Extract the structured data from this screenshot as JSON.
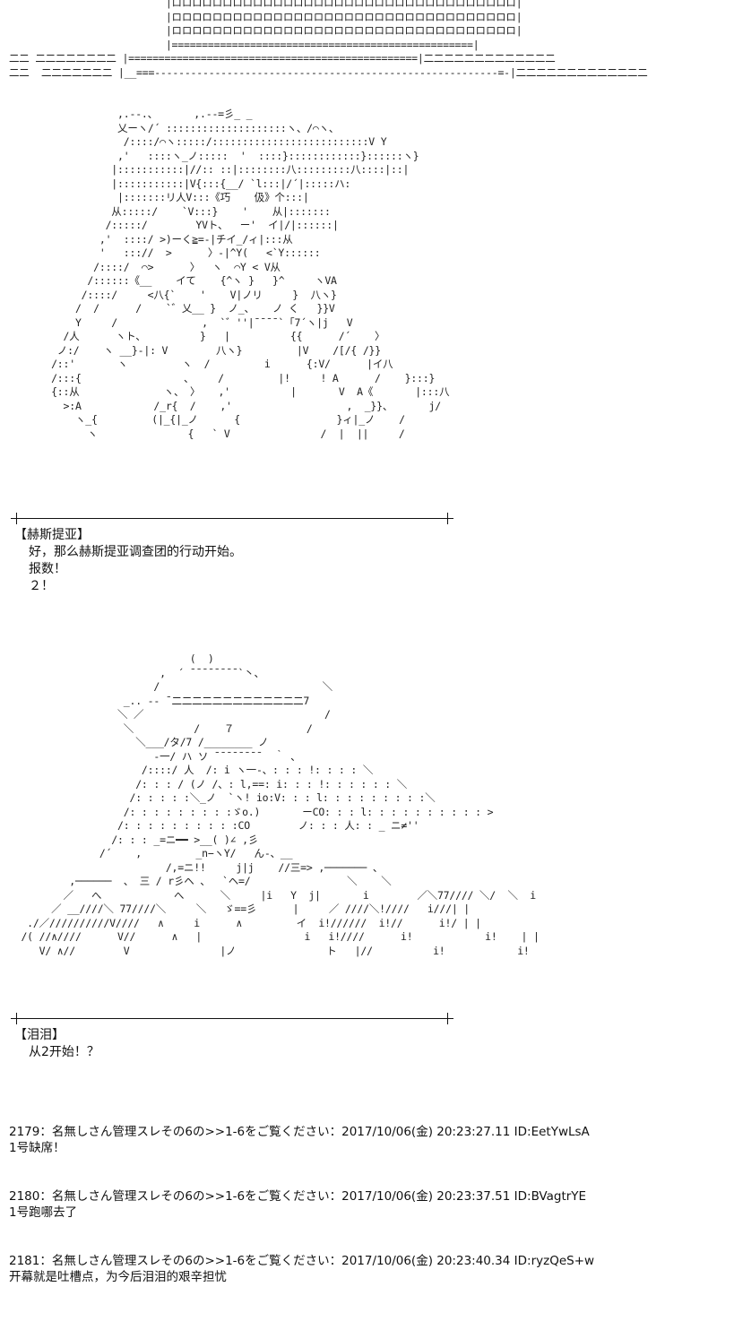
{
  "top_art": {
    "lines": [
      "                          |ロロロロロロロロロロロロロロロロロロロロロロロロロロロロロロロロロロ|",
      "                          |ロロロロロロロロロロロロロロロロロロロロロロロロロロロロロロロロロロ|",
      "                          |ロロロロロロロロロロロロロロロロロロロロロロロロロロロロロロロロロロ|",
      "                          |==================================================|",
      "二二 二二二二二二二二 |================================================|二二二二二二二二二二二二二",
      "二二  二二二二二二二 |__===---------------------------------------------------------=-|二二二二二二二二二二二二二"
    ]
  },
  "art_1": {
    "lines": [
      "                  ,.--.、      ,.--=彡_ _",
      "                  乂ーヽ/´ ::::::::::::::::::::ヽ、/⌒ヽ、",
      "                   /::::/⌒ヽ:::::/::::::::::::::::::::::::::V Y",
      "                  ,'   ::::ヽ_ノ:::::  '  ::::}::::::::::::}::::::ヽ}",
      "                 |:::::::::::|//:: ::|::::::::八:::::::::八::::|::|",
      "                 |:::::::::::|V{:::{__/ `l:::|/´|:::::ハ:",
      "                  |:::::::リ人V:::《巧    伋》个:::|",
      "                 从:::::/    `V:::}    '    从|:::::::",
      "                /:::::/        YVト、  ー'  イ|/|::::::|",
      "               ,'  ::::/ >)ーく≧=-|チイ_/ィ|:::从",
      "               '   ::://  >      〉-|^Y(   <`Y::::::",
      "              /::::/  ⌒>      〉  ヽ  ⌒Y < V从",
      "             /::::::《__    イて    {^ヽ }   }^     ヽVA",
      "            /::::/     <八{`    '    V|ノリ     }  八ヽ}",
      "           /  /      /    `゛乂__ }  ノ_、   ノ く   }}V",
      "           Y     /              ,  `゛''|¯¯¯¯`「7´ヽ|j   V",
      "         /人      ヽト、         }   |          {{      /´    〉",
      "        ノ:/    ヽ __}-|: V        八ヽ}         |V    /[/{ /}}",
      "       /::'       ヽ         ヽ  /         i      {:V/      |イ八",
      "       /:::{                 、    /         |!     ! A      /    }:::}",
      "       {::从              ヽ、 〉   ,'          |       V  A《       |:::八",
      "         >:A            /_r{  /    ,'                   ,  _}}、      j/",
      "           ヽ_{         (|_{|_ノ      {                }ィ|_ノ    /",
      "             ヽ               {   ` V               /  |  ||     /"
    ]
  },
  "dialog_1": {
    "speaker": "【赫斯提亚】",
    "lines": [
      "好，那么赫斯提亚调查团的行动开始。",
      "报数！",
      "２！"
    ]
  },
  "art_2": {
    "lines": [
      "                              (  )",
      "                         ,  ´ ̄ ̄ ̄ ̄ ̄ ̄ ̄ ̄ `丶、",
      "                        /                           ＼",
      "                   _.. -‐ ¯二二二二二二二二二二二二二7",
      "                  ＼ ／                              /",
      "                   ＼          /    ７            /",
      "                     ＼___/タ/7 /________ ノ",
      "                        ‐一/ ハ ソ ¯¯¯¯¯¯¯¯  ｀ 、",
      "                      /::::/ 人  /: i ヽ一-、: : : !: : : : ＼",
      "                     /: : : / (ノ /、: l,==: i: : : !: : : : : : ＼",
      "                    /: : : : :＼_ノ  `ヽ! io:V: : : l: : : : : : : : :＼",
      "                   /: : : : : : : : :ゞo.)       ーCO: : : l: : : : : : : : : : >",
      "                  /: : : : : : : : : :CO        ノ: : : 人: : _ ニ≠''",
      "                 /: : : _=ニ━━ >__( )∠ ,彡",
      "               /´    ,         _n−ヽY/   ん-、__",
      "                          /,=ニ!!     j|j    //三=> ,─────── 、",
      "          ,──────  、 三 / r彡ヘ 、  `ヘ=/                ＼    ＼",
      "         ／   へ            へ      ＼     |i   Y  j|       i        ／＼77//// ＼/  ＼  i",
      "       ／ __////＼ 77////＼     ＼   ゞ==彡      |     ／ ////＼!////   i///| |",
      "   ./／//////////V////   ∧     i      ∧         イ  i!//////  i!//      i!/ | |",
      "  /( //∧////      V//      ∧   |                 i   i!////      i!            i!    | |",
      "     V/ ∧//        V               |ノ               ト   |//          i!            i!"
    ]
  },
  "dialog_2": {
    "speaker": "【泪泪】",
    "lines": [
      "从2开始！？"
    ]
  },
  "posts": [
    {
      "header": "2179：名無しさん管理スレその6の>>1-6をご覧ください：2017/10/06(金) 20:23:27.11 ID:EetYwLsA",
      "body": "1号缺席！"
    },
    {
      "header": "2180：名無しさん管理スレその6の>>1-6をご覧ください：2017/10/06(金) 20:23:37.51 ID:BVagtrYE",
      "body": "1号跑哪去了"
    },
    {
      "header": "2181：名無しさん管理スレその6の>>1-6をご覧ください：2017/10/06(金) 20:23:40.34 ID:ryzQeS+w",
      "body": "开幕就是吐槽点，为今后泪泪的艰辛担忧"
    }
  ]
}
